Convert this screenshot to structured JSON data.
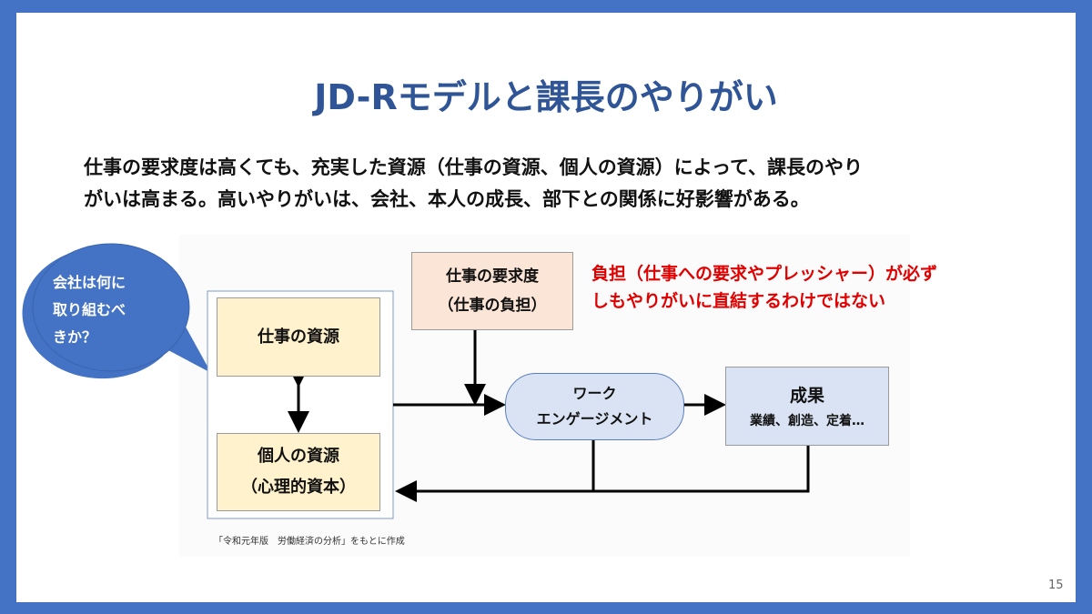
{
  "title": "JD-Rモデルと課長のやりがい",
  "body": {
    "line1": "仕事の要求度は高くても、充実した資源（仕事の資源、個人の資源）によって、課長のやり",
    "line2": "がいは高まる。高いやりがいは、会社、本人の成長、部下との関係に好影響がある。"
  },
  "bubble": {
    "line1": "会社は何に",
    "line2": "取り組むべ",
    "line3": "きか？"
  },
  "diagram": {
    "job_resources": "仕事の資源",
    "personal_resources": "個人の資源",
    "personal_resources_sub": "（心理的資本）",
    "job_demands": "仕事の要求度",
    "job_demands_sub": "（仕事の負担）",
    "engagement_line1": "ワーク",
    "engagement_line2": "エンゲージメント",
    "outcome": "成果",
    "outcome_sub": "業績、創造、定着…",
    "note_line1": "負担（仕事への要求やプレッシャー）が必ず",
    "note_line2": "しもやりがいに直結するわけではない",
    "caption": "「令和元年版　労働経済の分析」をもとに作成"
  },
  "page_number": "15",
  "colors": {
    "accent": "#4472C4",
    "title": "#2F5597",
    "note": "#E00000"
  }
}
